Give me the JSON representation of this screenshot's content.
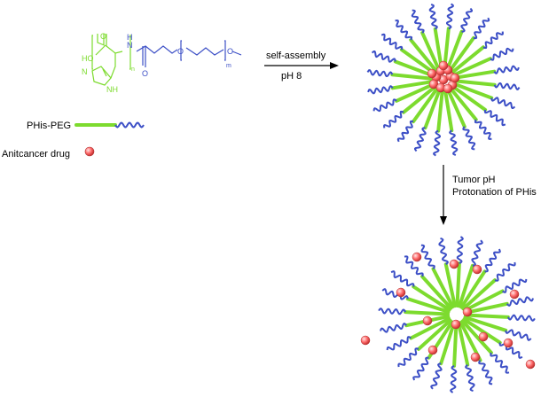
{
  "diagram": {
    "molecule": {
      "atoms": {
        "ho": "HO",
        "o_acid": "O",
        "nh_amide": "N",
        "h_amide": "H",
        "n_subscript": "n",
        "nh_ring": "NH",
        "n_ring": "N",
        "o_ketone": "O",
        "o_ether": "O",
        "o_terminal": "O",
        "m_subscript": "m"
      }
    },
    "legend": {
      "phis_peg_label": "PHis-PEG",
      "drug_label": "Anitcancer drug"
    },
    "step1": {
      "label_top": "self-assembly",
      "label_bottom": "pH 8"
    },
    "step2": {
      "label_line1": "Tumor pH",
      "label_line2": "Protonation of PHis"
    },
    "colors": {
      "phis": "#7ddb2e",
      "peg": "#3c4fc6",
      "drug_fill": "#ff6b6b",
      "drug_highlight": "#ffe6e6",
      "arrow": "#000000"
    }
  }
}
